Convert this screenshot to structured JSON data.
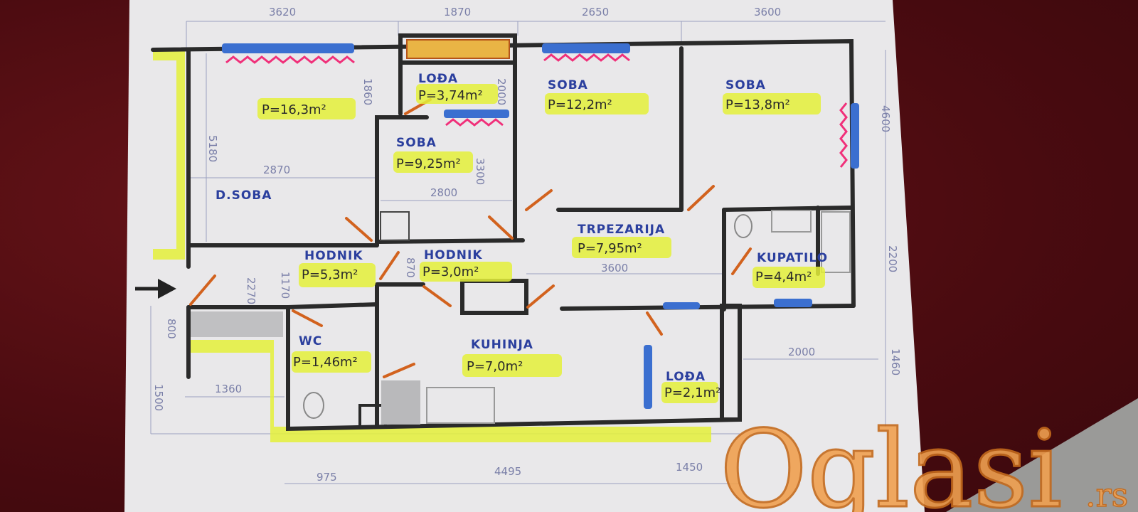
{
  "rooms": [
    {
      "name": "D.SOBA",
      "area": "P=16,3m²"
    },
    {
      "name": "LOĐA",
      "area": "P=3,74m²"
    },
    {
      "name": "SOBA",
      "area": "P=9,25m²"
    },
    {
      "name": "SOBA",
      "area": "P=12,2m²"
    },
    {
      "name": "SOBA",
      "area": "P=13,8m²"
    },
    {
      "name": "TRPEZARIJA",
      "area": "P=7,95m²"
    },
    {
      "name": "HODNIK",
      "area": "P=5,3m²"
    },
    {
      "name": "HODNIK",
      "area": "P=3,0m²"
    },
    {
      "name": "KUPATILO",
      "area": "P=4,4m²"
    },
    {
      "name": "WC",
      "area": "P=1,46m²"
    },
    {
      "name": "KUHINJA",
      "area": "P=7,0m²"
    },
    {
      "name": "LOĐA",
      "area": "P=2,1m²"
    }
  ],
  "dimensions": {
    "top": [
      "3620",
      "1870",
      "2650",
      "3600"
    ],
    "bottom": [
      "975",
      "4495",
      "1450"
    ],
    "inner": [
      "5180",
      "1860",
      "2000",
      "2870",
      "3300",
      "2800",
      "4600",
      "2200",
      "1460",
      "3600",
      "2270",
      "1170",
      "870",
      "800",
      "1500",
      "1360",
      "2000"
    ]
  },
  "watermark": {
    "brand": "Oglasi",
    "tld": ".rs"
  },
  "colors": {
    "wall": "#2a2a2a",
    "highlight": "#e4f03a",
    "label": "#2b3f9e",
    "door": "#d2621e",
    "radiator": "#3b6fd0",
    "heater": "#f0307a"
  }
}
